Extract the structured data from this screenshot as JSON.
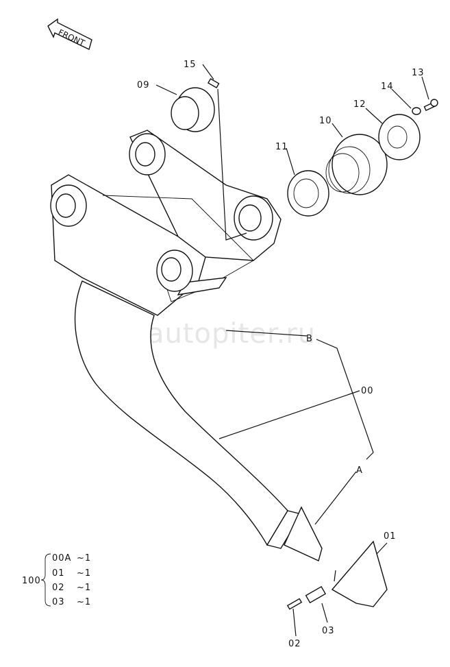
{
  "front_arrow": "FRONT",
  "watermark": "autopiter.ru",
  "callouts": {
    "c00": "00",
    "c01": "01",
    "c02": "02",
    "c03": "03",
    "c09": "09",
    "c10": "10",
    "c11": "11",
    "c12": "12",
    "c13": "13",
    "c14": "14",
    "c15": "15",
    "cA": "A",
    "cB": "B"
  },
  "assembly": {
    "label": "100",
    "rows": [
      {
        "part": "00A",
        "qty": "~1"
      },
      {
        "part": "01",
        "qty": "~1"
      },
      {
        "part": "02",
        "qty": "~1"
      },
      {
        "part": "03",
        "qty": "~1"
      }
    ]
  }
}
